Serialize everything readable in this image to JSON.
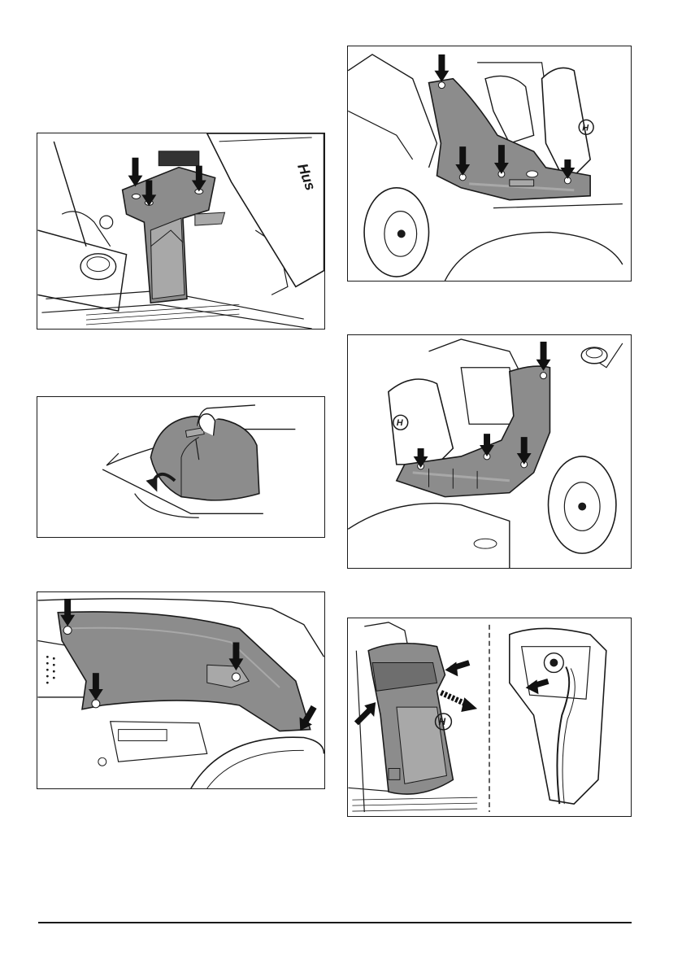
{
  "colors": {
    "line": "#1a1a1a",
    "panel_shade": "#8c8c8c",
    "panel_shade_light": "#a8a8a8",
    "arrow": "#111111",
    "paper": "#ffffff"
  },
  "figures": [
    {
      "id": "fig-rear-cover",
      "icons": [
        "down-arrow-icon",
        "down-arrow-icon",
        "down-arrow-icon"
      ],
      "logo_text": "Hus"
    },
    {
      "id": "fig-lift-cover",
      "icons": [
        "hand-icon",
        "curved-arrow-icon"
      ]
    },
    {
      "id": "fig-side-panel",
      "icons": [
        "down-arrow-icon",
        "down-arrow-icon",
        "down-arrow-icon",
        "down-arrow-icon"
      ]
    },
    {
      "id": "fig-footplate-left",
      "icons": [
        "down-arrow-icon",
        "down-arrow-icon",
        "down-arrow-icon",
        "down-arrow-icon",
        "logo-icon"
      ]
    },
    {
      "id": "fig-footplate-right",
      "icons": [
        "down-arrow-icon",
        "down-arrow-icon",
        "down-arrow-icon",
        "down-arrow-icon",
        "logo-icon"
      ]
    },
    {
      "id": "fig-steering-cover",
      "icons": [
        "arrow-icon",
        "arrow-icon",
        "arrow-icon",
        "arrow-icon",
        "logo-icon"
      ]
    }
  ]
}
